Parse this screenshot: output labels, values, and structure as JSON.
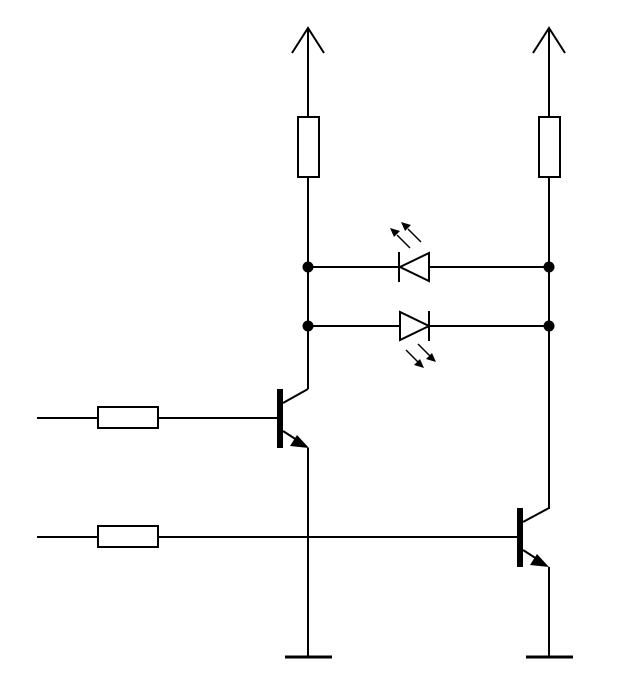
{
  "diagram": {
    "type": "circuit-schematic",
    "colors": {
      "line": "#000000",
      "background": "#ffffff"
    },
    "components": {
      "supplies": [
        "supply-arrow",
        "supply-arrow"
      ],
      "resistors": [
        "resistor",
        "resistor",
        "resistor",
        "resistor"
      ],
      "diodes": [
        "light-emitting-diode",
        "photodiode"
      ],
      "transistors": [
        "npn-transistor",
        "npn-transistor"
      ],
      "grounds": [
        "ground",
        "ground"
      ]
    }
  }
}
